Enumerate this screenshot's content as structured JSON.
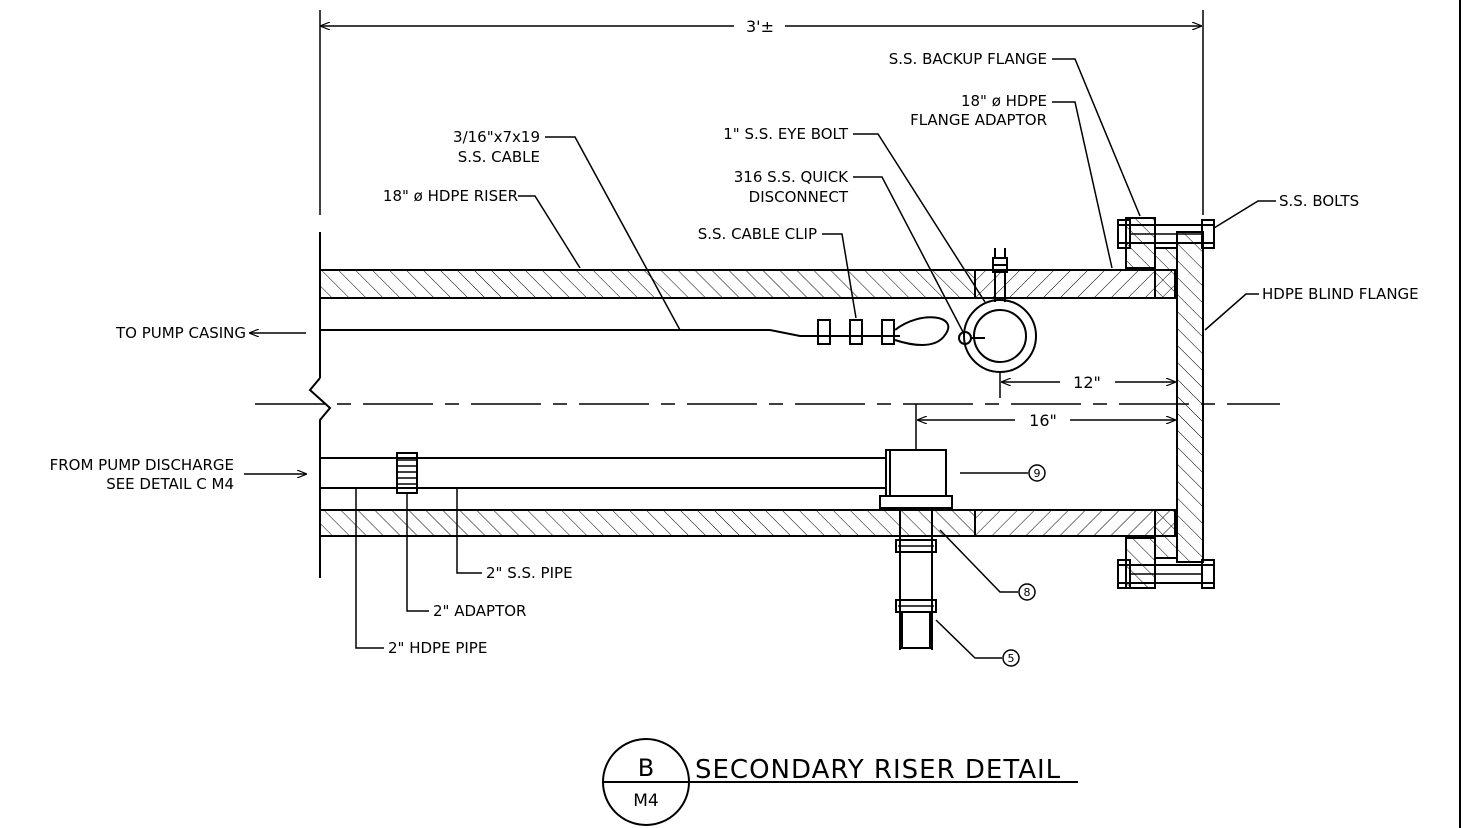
{
  "dimensions": {
    "overall": "3'±",
    "eye_bolt_offset": "12\"",
    "fitting_offset": "16\""
  },
  "labels": {
    "ss_backup_flange": "S.S. BACKUP FLANGE",
    "flange_adaptor_line1": "18\" ø HDPE",
    "flange_adaptor_line2": "FLANGE ADAPTOR",
    "eye_bolt": "1\" S.S. EYE BOLT",
    "cable_line1": "3/16\"x7x19",
    "cable_line2": "S.S. CABLE",
    "quick_disconnect_line1": "316 S.S. QUICK",
    "quick_disconnect_line2": "DISCONNECT",
    "hdpe_riser": "18\" ø HDPE RISER",
    "ss_bolts": "S.S. BOLTS",
    "cable_clip": "S.S. CABLE CLIP",
    "hdpe_blind_flange": "HDPE BLIND FLANGE",
    "to_pump_casing": "TO PUMP CASING",
    "from_pump_line1": "FROM PUMP DISCHARGE",
    "from_pump_line2": "SEE DETAIL C M4",
    "ss_pipe": "2\" S.S. PIPE",
    "adaptor": "2\" ADAPTOR",
    "hdpe_pipe": "2\" HDPE PIPE"
  },
  "callouts": {
    "item_9": "9",
    "item_8": "8",
    "item_5": "5"
  },
  "title_block": {
    "detail_letter": "B",
    "sheet": "M4",
    "title": "SECONDARY RISER DETAIL"
  }
}
